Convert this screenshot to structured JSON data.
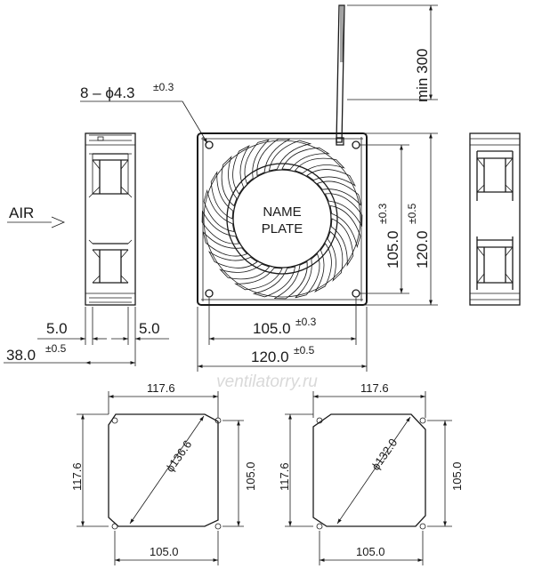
{
  "labels": {
    "air": "AIR",
    "hole_callout": "8 – ϕ4.3",
    "hole_tol": "±0.3",
    "name_plate_1": "NAME",
    "name_plate_2": "PLATE",
    "lead_length": "min 300",
    "watermark": "ventilatorry.ru"
  },
  "dims": {
    "depth_side_a": "5.0",
    "depth_side_b": "5.0",
    "depth_total": "38.0",
    "depth_total_tol": "±0.5",
    "hole_pitch_h": "105.0",
    "hole_pitch_h_tol": "±0.3",
    "frame_w": "120.0",
    "frame_w_tol": "±0.5",
    "hole_pitch_v": "105.0",
    "hole_pitch_v_tol": "±0.3",
    "frame_h": "120.0",
    "frame_h_tol": "±0.5"
  },
  "cutouts": [
    {
      "top_dim": "117.6",
      "side_dim": "117.6",
      "diameter": "ϕ136.6",
      "right_dim": "105.0",
      "bottom_dim": "105.0"
    },
    {
      "top_dim": "117.6",
      "side_dim": "117.6",
      "diameter": "ϕ132.0",
      "right_dim": "105.0",
      "bottom_dim": "105.0"
    }
  ]
}
